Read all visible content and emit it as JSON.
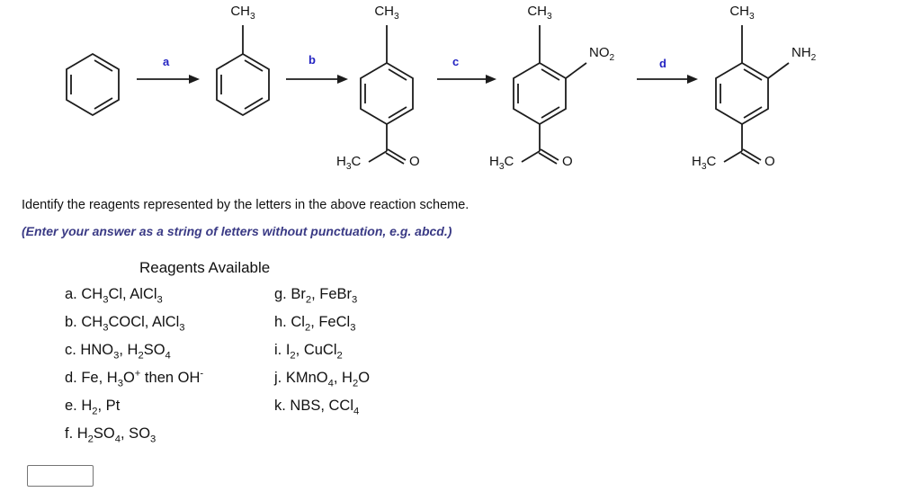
{
  "colors": {
    "accent": "#2424c2",
    "hint_text": "#3a3a85",
    "bond": "#1c1c1c"
  },
  "scheme": {
    "arrow_labels": [
      "a",
      "b",
      "c",
      "d"
    ],
    "molecules": [
      {},
      {
        "top": "CH3"
      },
      {
        "top": "CH3",
        "acyl": "H3C",
        "oxygen": "O"
      },
      {
        "top": "CH3",
        "substituent": "NO2",
        "acyl": "H3C",
        "oxygen": "O"
      },
      {
        "top": "CH3",
        "substituent": "NH2",
        "acyl": "H3C",
        "oxygen": "O"
      }
    ]
  },
  "question": {
    "prompt": "Identify the reagents represented by the letters in the above reaction scheme.",
    "hint": "(Enter your answer as a string of letters without punctuation, e.g. abcd.)"
  },
  "reagents": {
    "heading": "Reagents Available",
    "left_column": [
      "a. CH3Cl, AlCl3",
      "b. CH3COCl, AlCl3",
      "c. HNO3, H2SO4",
      "d. Fe, H3O^+ then OH^-",
      "e. H2, Pt",
      "f. H2SO4, SO3"
    ],
    "right_column": [
      "g. Br2, FeBr3",
      "h. Cl2, FeCl3",
      "i. I2, CuCl2",
      "j. KMnO4, H2O",
      "k. NBS, CCl4"
    ]
  },
  "answer_input": {
    "value": ""
  }
}
